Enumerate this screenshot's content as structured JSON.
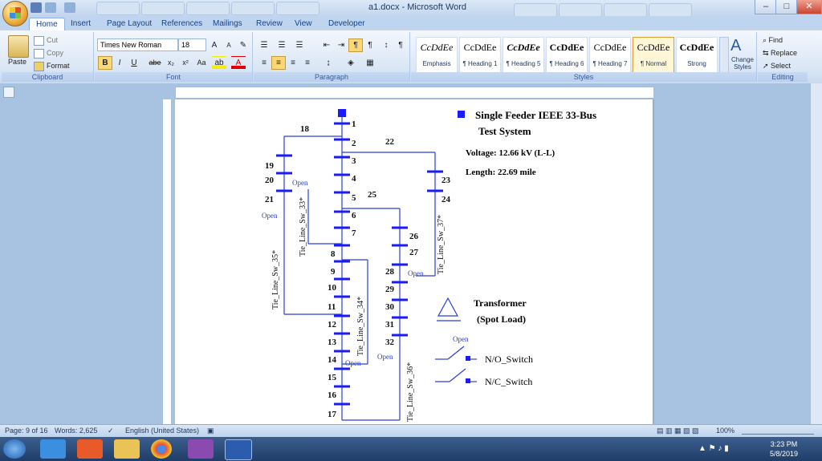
{
  "window": {
    "title": "a1.docx - Microsoft Word"
  },
  "ribbon_tabs": [
    "Home",
    "Insert",
    "Page Layout",
    "References",
    "Mailings",
    "Review",
    "View",
    "Developer"
  ],
  "clipboard": {
    "paste": "Paste",
    "cut": "Cut",
    "copy": "Copy",
    "format_painter": "Format Painter",
    "label": "Clipboard"
  },
  "font": {
    "name": "Times New Roman",
    "size": "18",
    "label": "Font",
    "bold": "B",
    "italic": "I",
    "underline": "U",
    "strike": "abe",
    "sub": "x₂",
    "sup": "x²",
    "case": "Aa",
    "grow": "A",
    "shrink": "A"
  },
  "paragraph": {
    "label": "Paragraph"
  },
  "styles": {
    "label": "Styles",
    "items": [
      {
        "sample": "CcDdEe",
        "name": "Emphasis"
      },
      {
        "sample": "CcDdEe",
        "name": "¶ Heading 1"
      },
      {
        "sample": "CcDdEe",
        "name": "¶ Heading 5"
      },
      {
        "sample": "CcDdEe",
        "name": "¶ Heading 6"
      },
      {
        "sample": "CcDdEe",
        "name": "¶ Heading 7"
      },
      {
        "sample": "CcDdEe",
        "name": "¶ Normal"
      },
      {
        "sample": "CcDdEe",
        "name": "Strong"
      }
    ],
    "change_styles": "Change Styles"
  },
  "editing": {
    "label": "Editing",
    "find": "Find",
    "replace": "Replace",
    "select": "Select"
  },
  "diagram": {
    "title_line1": "Single Feeder IEEE 33-Bus",
    "title_line2": "Test System",
    "voltage": "Voltage: 12.66 kV (L-L)",
    "length": "Length: 22.69 mile",
    "legend_transformer_1": "Transformer",
    "legend_transformer_2": "(Spot Load)",
    "legend_no": "N/O_Switch",
    "legend_nc": "N/C_Switch",
    "open": "Open",
    "buses_main": [
      "1",
      "2",
      "3",
      "4",
      "5",
      "6",
      "7",
      "8",
      "9",
      "10",
      "11",
      "12",
      "13",
      "14",
      "15",
      "16",
      "17"
    ],
    "buses_left": [
      "19",
      "20",
      "21"
    ],
    "buses_right": [
      "23",
      "24"
    ],
    "buses_mid": [
      "26",
      "27",
      "28",
      "29",
      "30",
      "31",
      "32"
    ],
    "bus_18": "18",
    "bus_22": "22",
    "bus_25": "25",
    "sw33": "Tie_Line_Sw_33*",
    "sw34": "Tie_Line_Sw_34*",
    "sw35": "Tie_Line_Sw_35*",
    "sw36": "Tie_Line_Sw_36*",
    "sw37": "Tie_Line_Sw_37*"
  },
  "status": {
    "page": "Page: 9 of 16",
    "words": "Words: 2,625",
    "language": "English (United States)",
    "zoom": "100%"
  },
  "tray": {
    "time": "3:23 PM",
    "date": "5/8/2019"
  }
}
